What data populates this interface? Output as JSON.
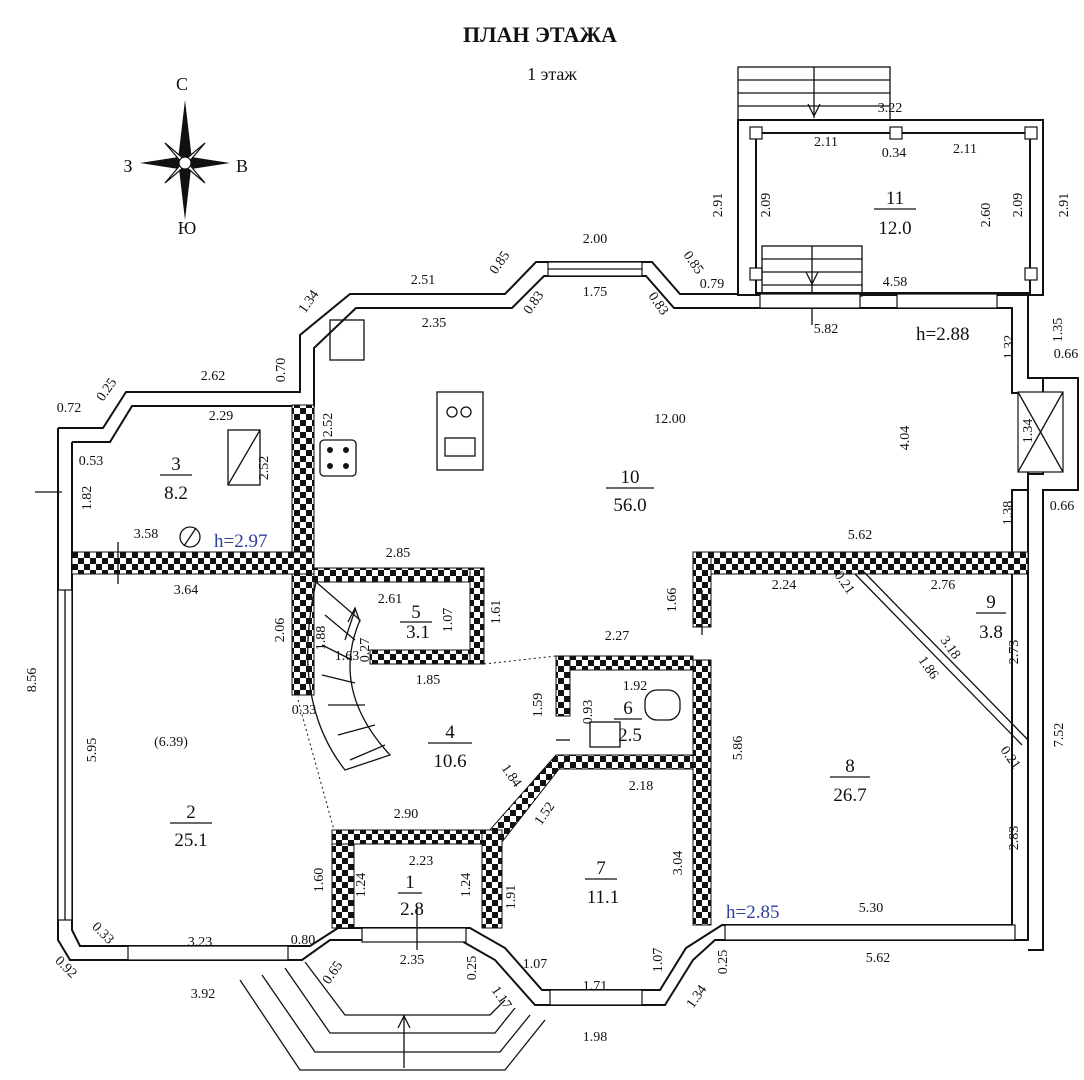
{
  "title": "ПЛАН ЭТАЖА",
  "subtitle": "1 этаж",
  "compass": {
    "n": "С",
    "s": "Ю",
    "w": "З",
    "e": "В"
  },
  "rooms": [
    {
      "num": "1",
      "area": "2.8"
    },
    {
      "num": "2",
      "area": "25.1"
    },
    {
      "num": "3",
      "area": "8.2"
    },
    {
      "num": "4",
      "area": "10.6"
    },
    {
      "num": "5",
      "area": "3.1"
    },
    {
      "num": "6",
      "area": "2.5"
    },
    {
      "num": "7",
      "area": "11.1"
    },
    {
      "num": "8",
      "area": "26.7"
    },
    {
      "num": "9",
      "area": "3.8"
    },
    {
      "num": "10",
      "area": "56.0"
    },
    {
      "num": "11",
      "area": "12.0"
    }
  ],
  "heights": [
    "h=2.88",
    "h=2.97",
    "h=2.85"
  ],
  "dims": [
    "3.22",
    "2.11",
    "0.34",
    "2.11",
    "2.91",
    "2.09",
    "2.60",
    "2.09",
    "2.91",
    "2.00",
    "0.85",
    "0.85",
    "0.79",
    "4.58",
    "2.51",
    "1.75",
    "0.83",
    "0.83",
    "1.34",
    "2.35",
    "5.82",
    "h",
    "1.35",
    "0.66",
    "1.32",
    "0.70",
    "2.62",
    "0.25",
    "0.72",
    "2.29",
    "2.52",
    "12.00",
    "1.34",
    "4.04",
    "0.53",
    "2.52",
    "1.82",
    "1.38",
    "0.66",
    "3.58",
    "2.85",
    "5.62",
    "3.64",
    "2.61",
    "1.07",
    "1.61",
    "2.24",
    "0.21",
    "2.76",
    "2.06",
    "1.88",
    "1.63",
    "0.27",
    "1.66",
    "3.18",
    "2.73",
    "2.27",
    "1.86",
    "8.56",
    "1.85",
    "1.92",
    "1.59",
    "0.93",
    "7.52",
    "0.33",
    "5.95",
    "(6.39)",
    "5.86",
    "0.21",
    "1.84",
    "1.52",
    "2.18",
    "2.90",
    "2.23",
    "3.04",
    "1.60",
    "1.24",
    "1.24",
    "1.91",
    "2.83",
    "5.30",
    "0.33",
    "3.23",
    "0.80",
    "2.35",
    "0.25",
    "1.07",
    "1.07",
    "0.25",
    "0.92",
    "0.65",
    "5.62",
    "3.92",
    "1.71",
    "1.17",
    "1.34",
    "1.98"
  ]
}
